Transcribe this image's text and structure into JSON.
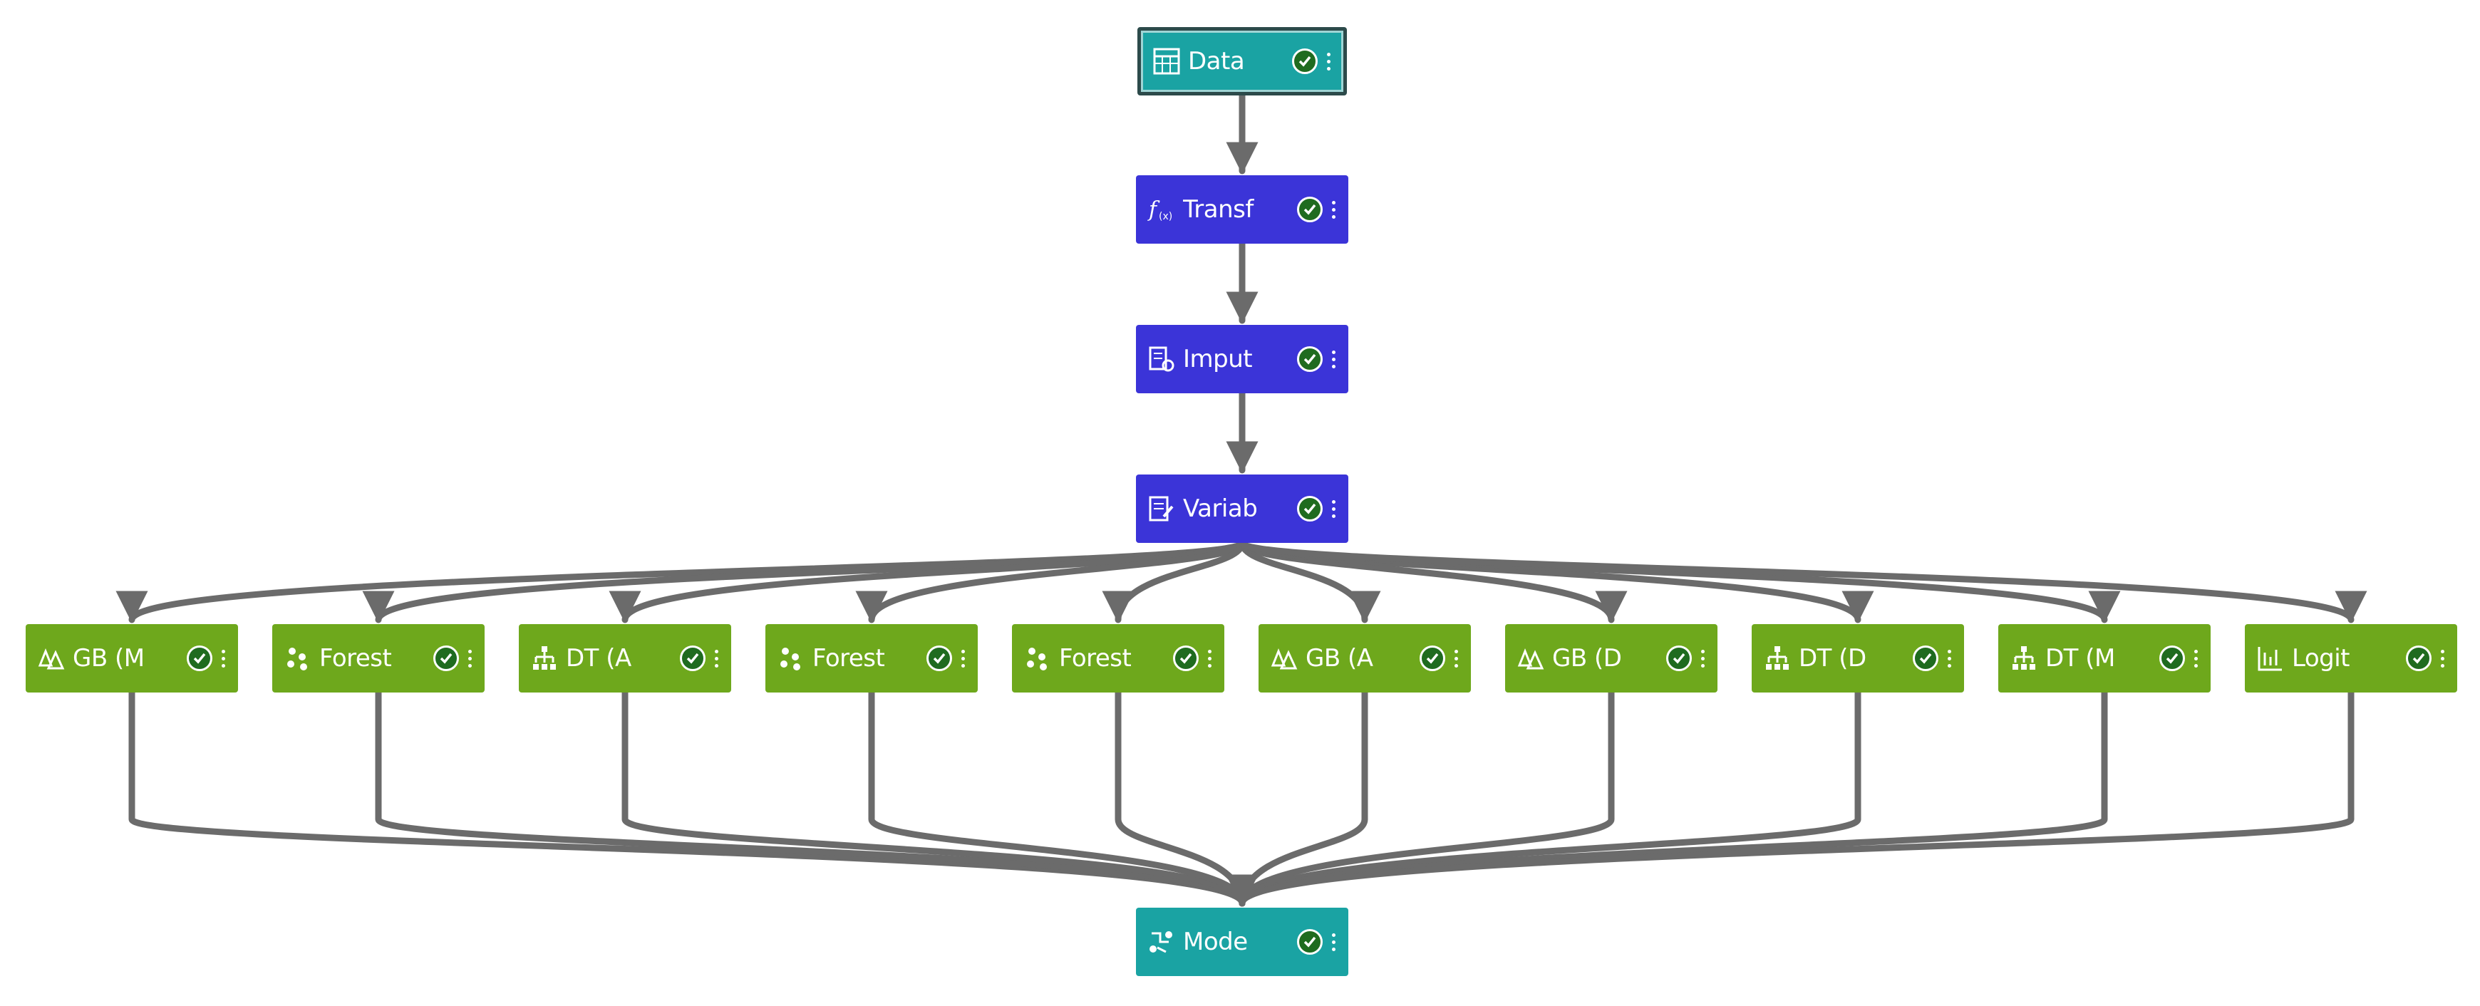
{
  "nodes": {
    "data": {
      "label": "Data",
      "icon": "data-table-icon",
      "status": "success"
    },
    "transform": {
      "label": "Transf",
      "icon": "function-icon",
      "status": "success"
    },
    "imputation": {
      "label": "Imput",
      "icon": "imputation-icon",
      "status": "success"
    },
    "variable_selection": {
      "label": "Variab",
      "icon": "variable-selection-icon",
      "status": "success"
    },
    "models": [
      {
        "label": "GB (M",
        "icon": "gradient-boosting-icon",
        "status": "success"
      },
      {
        "label": "Forest",
        "icon": "forest-icon",
        "status": "success"
      },
      {
        "label": "DT (A",
        "icon": "decision-tree-icon",
        "status": "success"
      },
      {
        "label": "Forest",
        "icon": "forest-icon",
        "status": "success"
      },
      {
        "label": "Forest",
        "icon": "forest-icon",
        "status": "success"
      },
      {
        "label": "GB (A",
        "icon": "gradient-boosting-icon",
        "status": "success"
      },
      {
        "label": "GB (D",
        "icon": "gradient-boosting-icon",
        "status": "success"
      },
      {
        "label": "DT (D",
        "icon": "decision-tree-icon",
        "status": "success"
      },
      {
        "label": "DT (M",
        "icon": "decision-tree-icon",
        "status": "success"
      },
      {
        "label": "Logit",
        "icon": "logistic-regression-icon",
        "status": "success"
      }
    ],
    "model_comparison": {
      "label": "Mode",
      "icon": "model-comparison-icon",
      "status": "success"
    }
  },
  "colors": {
    "data_node": "#1aa3a3",
    "prep_node": "#3b34d8",
    "model_node": "#6ea81c",
    "edge": "#6b6b6b",
    "status_check": "#1f6b1f"
  }
}
